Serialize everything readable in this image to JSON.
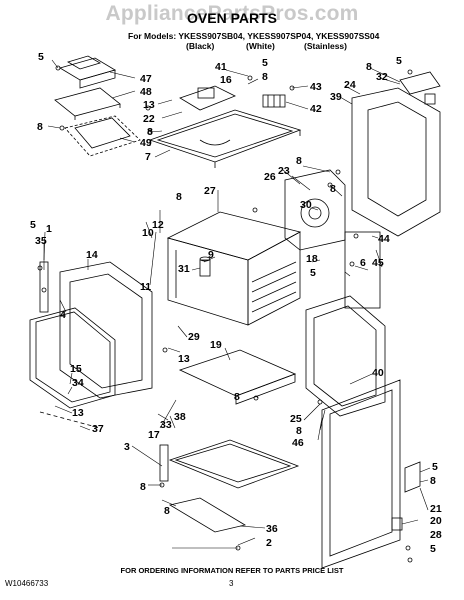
{
  "watermark": "AppliancePartsPros.com",
  "header": {
    "title": "OVEN PARTS",
    "models_line": "For Models: YKESS907SB04, YKESS907SP04, YKESS907SS04",
    "finishes": [
      "(Black)",
      "(White)",
      "(Stainless)"
    ]
  },
  "callouts": [
    "1",
    "2",
    "3",
    "4",
    "5",
    "6",
    "7",
    "8",
    "9",
    "10",
    "11",
    "12",
    "13",
    "14",
    "15",
    "16",
    "17",
    "18",
    "19",
    "20",
    "21",
    "22",
    "23",
    "24",
    "25",
    "26",
    "27",
    "28",
    "29",
    "30",
    "31",
    "32",
    "33",
    "34",
    "35",
    "36",
    "37",
    "38",
    "39",
    "40",
    "41",
    "42",
    "43",
    "44",
    "45",
    "46",
    "47",
    "48",
    "49"
  ],
  "footer": {
    "note": "FOR ORDERING INFORMATION REFER TO PARTS PRICE LIST",
    "doc_number": "W10466733",
    "page_number": "3"
  }
}
